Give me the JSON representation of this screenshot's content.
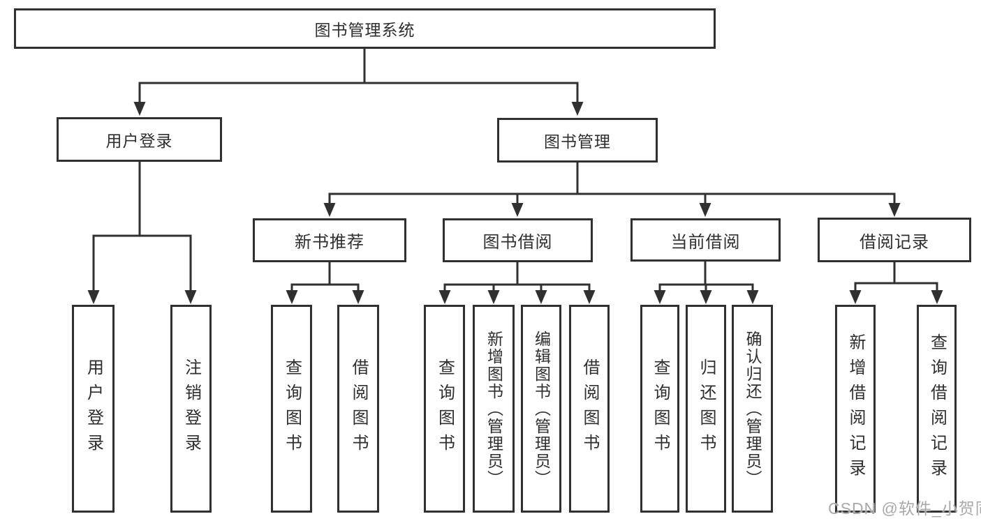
{
  "diagram_type": "hierarchy-tree",
  "watermark": {
    "text": "CSDN @软件_小贺同学"
  },
  "colors": {
    "line": "#303030",
    "text": "#2e2e2e",
    "box_background": "#ffffff",
    "page_background": "#ffffff",
    "watermark": "#a9a9a9"
  },
  "tree": {
    "root": {
      "label": "图书管理系统"
    },
    "level2": [
      {
        "label": "用户登录",
        "parent": "图书管理系统"
      },
      {
        "label": "图书管理",
        "parent": "图书管理系统"
      }
    ],
    "level3": [
      {
        "label": "新书推荐",
        "parent": "图书管理"
      },
      {
        "label": "图书借阅",
        "parent": "图书管理"
      },
      {
        "label": "当前借阅",
        "parent": "图书管理"
      },
      {
        "label": "借阅记录",
        "parent": "图书管理"
      }
    ],
    "leaves": [
      {
        "label": "用户登录",
        "parent": "用户登录"
      },
      {
        "label": "注销登录",
        "parent": "用户登录"
      },
      {
        "label": "查询图书",
        "parent": "新书推荐"
      },
      {
        "label": "借阅图书",
        "parent": "新书推荐"
      },
      {
        "label": "查询图书",
        "parent": "图书借阅"
      },
      {
        "label": "新增图书（管理员）",
        "parent": "图书借阅"
      },
      {
        "label": "编辑图书（管理员）",
        "parent": "图书借阅"
      },
      {
        "label": "借阅图书",
        "parent": "图书借阅"
      },
      {
        "label": "查询图书",
        "parent": "当前借阅"
      },
      {
        "label": "归还图书",
        "parent": "当前借阅"
      },
      {
        "label": "确认归还（管理员）",
        "parent": "当前借阅"
      },
      {
        "label": "新增借阅记录",
        "parent": "借阅记录"
      },
      {
        "label": "查询借阅记录",
        "parent": "借阅记录"
      }
    ]
  }
}
